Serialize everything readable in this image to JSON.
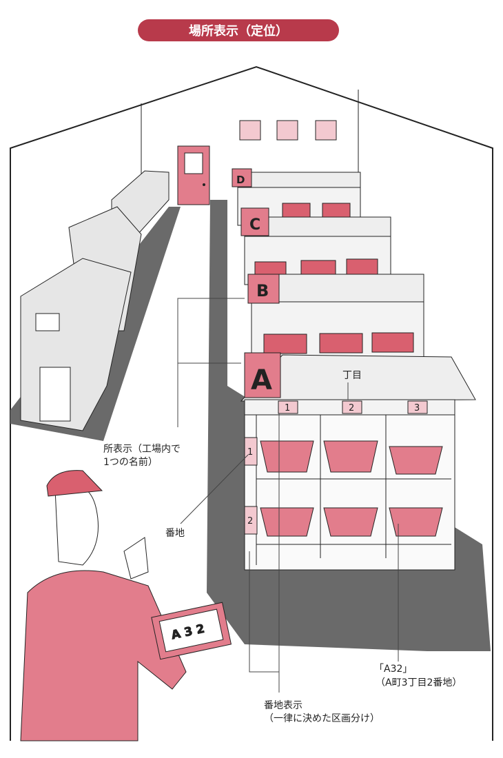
{
  "title": "場所表示（定位）",
  "colors": {
    "accent": "#b83a4b",
    "pink": "#e27d8c",
    "floor": "#6a6a6a"
  },
  "shelves": {
    "signs": [
      "D",
      "C",
      "B",
      "A"
    ],
    "columns": [
      "1",
      "2",
      "3"
    ],
    "rows": [
      "1",
      "2"
    ]
  },
  "card_text": "A 3 2",
  "annotations": {
    "chome": "丁目",
    "location_name_1": "所表示（工場内で",
    "location_name_2": "1つの名前）",
    "banchi": "番地",
    "example_1": "「A32」",
    "example_2": "（A町3丁目2番地）",
    "banchi_display_1": "番地表示",
    "banchi_display_2": "（一律に決めた区画分け）"
  }
}
